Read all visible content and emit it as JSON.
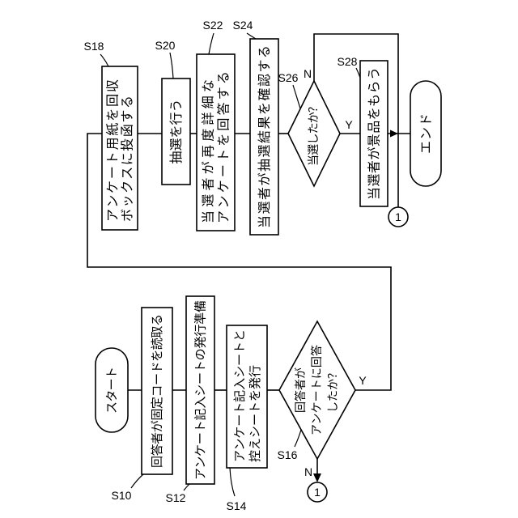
{
  "terminals": {
    "start": "スタート",
    "end": "エンド"
  },
  "steps": {
    "S10": {
      "id": "S10",
      "lines": [
        "回答者が固定コードを読取る"
      ]
    },
    "S12": {
      "id": "S12",
      "lines": [
        "アンケート記入シートの発行準備"
      ]
    },
    "S14": {
      "id": "S14",
      "lines": [
        "アンケート記入シートと",
        "控えシートを発行"
      ]
    },
    "S18": {
      "id": "S18",
      "lines": [
        "アンケート用紙を回収",
        "ボックスに投函する"
      ]
    },
    "S20": {
      "id": "S20",
      "lines": [
        "抽選を行う"
      ]
    },
    "S22": {
      "id": "S22",
      "lines": [
        "当選者が再度詳細な",
        "アンケートを回答する"
      ]
    },
    "S24": {
      "id": "S24",
      "lines": [
        "当選者が抽選結果を確認する"
      ]
    },
    "S28": {
      "id": "S28",
      "lines": [
        "当選者が景品をもらう"
      ]
    }
  },
  "decisions": {
    "S16": {
      "id": "S16",
      "lines": [
        "回答者が",
        "アンケートに回答",
        "したか？"
      ],
      "yes": "Y",
      "no": "N"
    },
    "S26": {
      "id": "S26",
      "lines": [
        "当選したか？"
      ],
      "yes": "Y",
      "no": "N"
    }
  },
  "connectors": {
    "off_page_out": "1",
    "off_page_in": "1"
  }
}
